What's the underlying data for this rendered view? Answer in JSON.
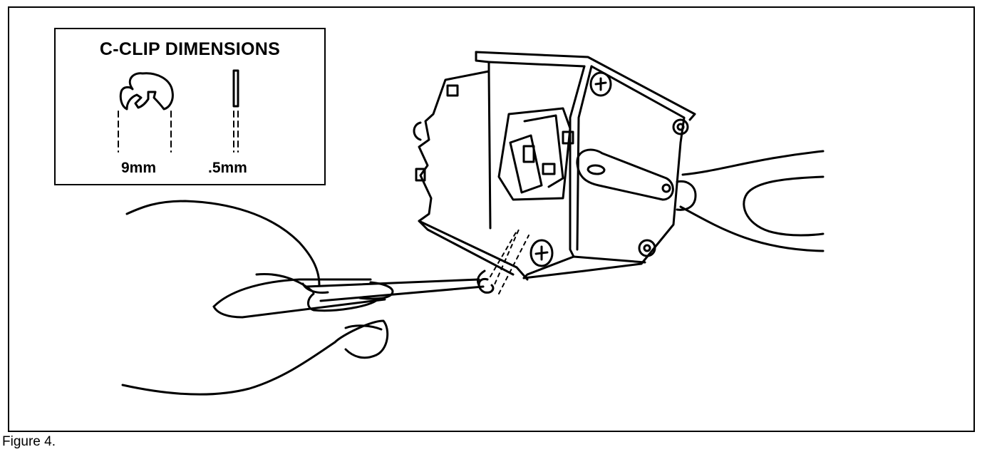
{
  "inset": {
    "title": "C-CLIP DIMENSIONS",
    "diameter_label": "9mm",
    "thickness_label": ".5mm"
  },
  "caption": "Figure 4.",
  "colors": {
    "line": "#000000",
    "background": "#ffffff"
  }
}
